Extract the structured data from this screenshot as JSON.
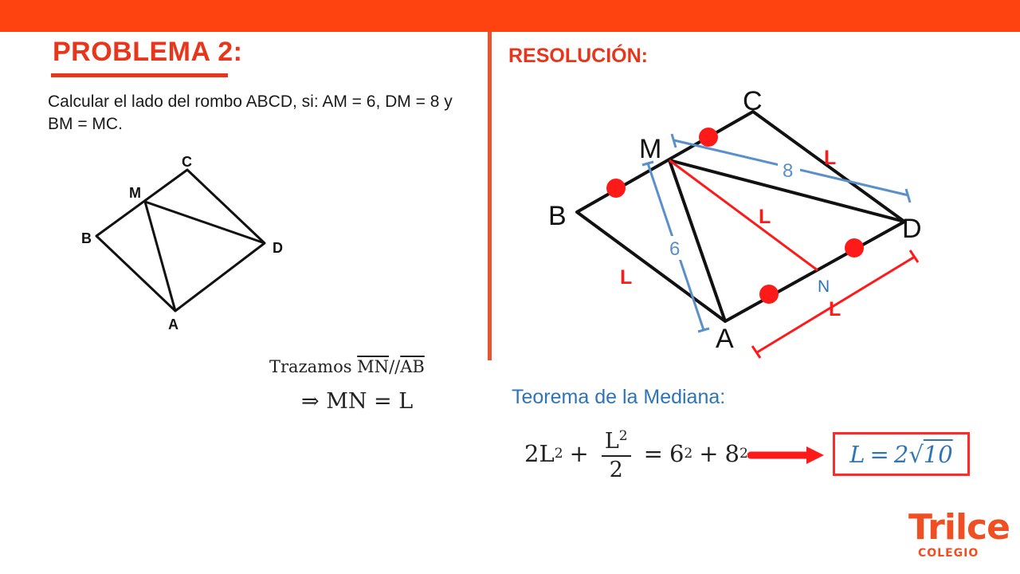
{
  "header": {
    "title": "PROBLEMA 2:",
    "section": "RESOLUCIÓN:"
  },
  "problem": {
    "text": "Calcular el lado del rombo ABCD, si: AM = 6, DM = 8 y BM = MC."
  },
  "left_figure": {
    "labels": {
      "a": "A",
      "b": "B",
      "c": "C",
      "d": "D",
      "m": "M"
    }
  },
  "steps": {
    "trazamos_word": "Trazamos",
    "seg1": "MN",
    "parallel": "//",
    "seg2": "AB",
    "implies": "⇒ MN = L"
  },
  "right_figure": {
    "labels": {
      "a": "A",
      "b": "B",
      "c": "C",
      "d": "D",
      "m": "M",
      "n": "N"
    },
    "measures": {
      "dm": "8",
      "am": "6"
    },
    "side_labels": {
      "l1": "L",
      "l2": "L",
      "l3": "L",
      "l4": "L"
    }
  },
  "theorem": {
    "title": "Teorema de la Mediana:",
    "lhs_a": "2L",
    "exp": "2",
    "plus": "+",
    "frac_num": "L",
    "frac_den": "2",
    "eq": "=",
    "rhs_a": "6",
    "rhs_b": "8"
  },
  "answer": {
    "lhs": "L",
    "eq": "=",
    "coef": "2",
    "radicand": "10"
  },
  "logo": {
    "brand": "Trilce",
    "sub": "COLEGIO"
  },
  "colors": {
    "accent": "#ff4310",
    "title_red": "#e8361c",
    "blue": "#2e75b6",
    "red_mark": "#ff1a1a",
    "measure_blue": "#5b8fc9"
  }
}
